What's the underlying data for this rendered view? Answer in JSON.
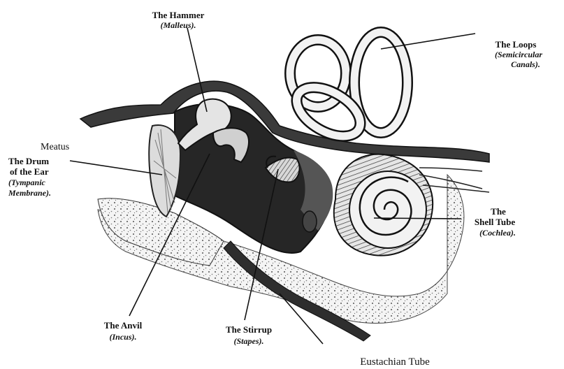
{
  "labels": {
    "hammer": {
      "name": "The Hammer",
      "latin": "(Malleus)."
    },
    "loops": {
      "name": "The Loops",
      "latin_1": "(Semicircular",
      "latin_2": "Canals)."
    },
    "meatus": {
      "name": "Meatus"
    },
    "drum": {
      "line_1": "The Drum",
      "line_2": "of the Ear",
      "latin_1": "(Tympanic",
      "latin_2": "Membrane)."
    },
    "shell": {
      "line_1": "The",
      "line_2": "Shell Tube",
      "latin": "(Cochlea)."
    },
    "anvil": {
      "name": "The Anvil",
      "latin": "(Incus)."
    },
    "stirrup": {
      "name": "The Stirrup",
      "latin": "(Stapes)."
    },
    "eustachian": {
      "name": "Eustachian Tube"
    }
  },
  "colors": {
    "ink": "#111111",
    "background": "#ffffff",
    "shade": "#2a2a2a",
    "mid": "#6a6a6a",
    "light": "#cfcfcf"
  }
}
